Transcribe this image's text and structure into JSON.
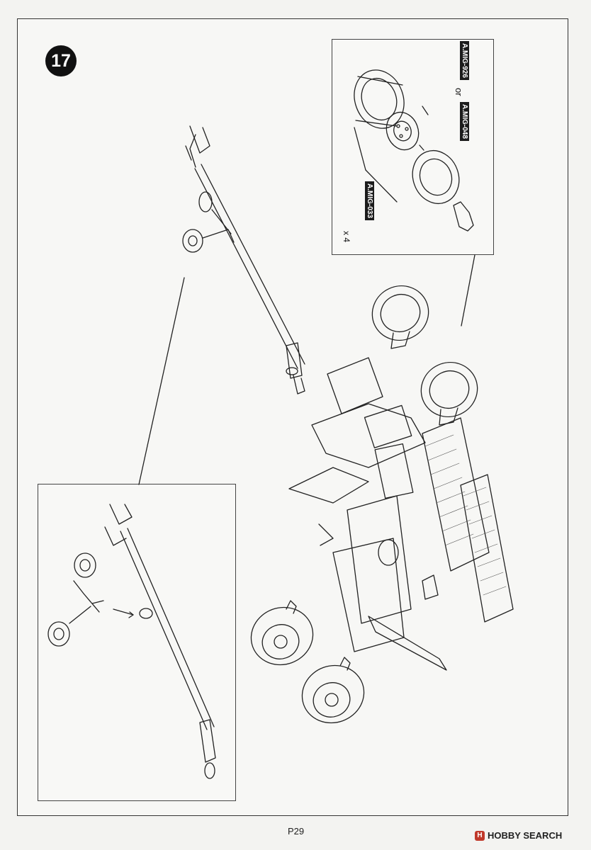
{
  "step": {
    "number": "17"
  },
  "detail": {
    "paint_primary": "A.MIG-926",
    "or_text": "or",
    "paint_alt": "A.MIG-048",
    "paint_tire": "A.MIG-033",
    "quantity": "x 4"
  },
  "footer": {
    "page": "P29",
    "watermark": "HOBBY SEARCH",
    "watermark_logo": "H"
  }
}
